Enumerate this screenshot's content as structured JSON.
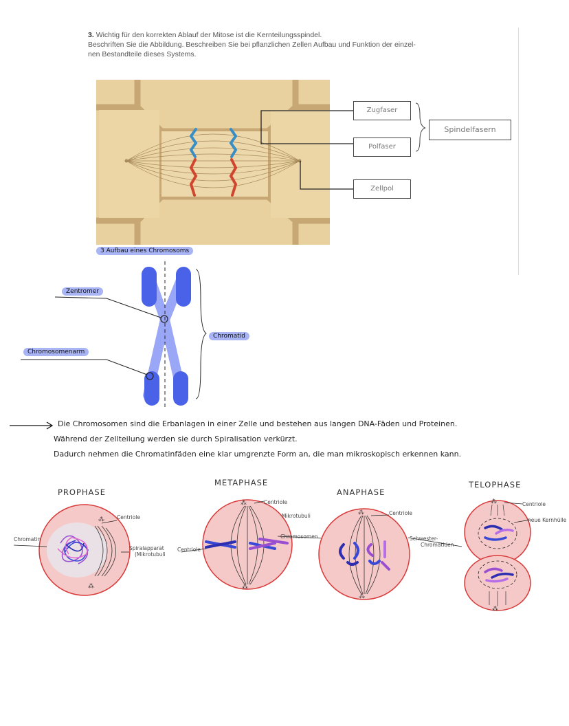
{
  "task": {
    "number": "3.",
    "line1": "Wichtig für den korrekten Ablauf der Mitose ist die Kernteilungsspindel.",
    "line2": "Beschriften Sie die Abbildung. Beschreiben Sie bei pflanzlichen Zellen Aufbau und Funktion der einzel-",
    "line3": "nen Bestandteile dieses Systems."
  },
  "spindle_labels": {
    "zugfaser": "Zugfaser",
    "polfaser": "Polfaser",
    "zellpol": "Zellpol",
    "spindelfasern": "Spindelfasern"
  },
  "chromosome": {
    "heading": "3  Aufbau eines Chromosoms",
    "zentromer": "Zentromer",
    "chromosomenarm": "Chromosomenarm",
    "chromatid": "Chromatid"
  },
  "notes": {
    "line1": "Die Chromosomen sind die Erbanlagen in einer Zelle und bestehen aus langen DNA-Fäden und Proteinen.",
    "line2": "Während der Zellteilung werden sie durch Spiralisation verkürzt.",
    "line3": "Dadurch nehmen die Chromatinfäden eine klar umgrenzte Form an, die man mikroskopisch erkennen kann."
  },
  "phases": {
    "prophase": "PROPHASE",
    "metaphase": "METAPHASE",
    "anaphase": "ANAPHASE",
    "telophase": "TELOPHASE"
  },
  "phase_labels": {
    "chromatin": "Chromatin",
    "centriole_pro": "Centriole",
    "spiral1": "Spiralapparat",
    "spiral2": "(Mikrotubuli",
    "centriole_meta_left": "Centriole",
    "centriole_meta_top": "Centriole",
    "mikrotubuli": "Mikrotubuli",
    "chromosomen": "Chromosomen",
    "centriole_ana": "Centriole",
    "schwester1": "Schwester-",
    "schwester2": "Chromatiden",
    "centriole_telo": "Centriole",
    "kernhuelle": "neue Kernhülle"
  },
  "colors": {
    "cell_bg": "#ebd3a3",
    "cell_wall": "#c9aa77",
    "blue_chromatid": "#3b8ec4",
    "red_chromatid": "#d0452e",
    "chromosome_blue": "#4a62e8",
    "phase_cell": "#f6c9c9",
    "phase_outline": "#d93a3a"
  }
}
